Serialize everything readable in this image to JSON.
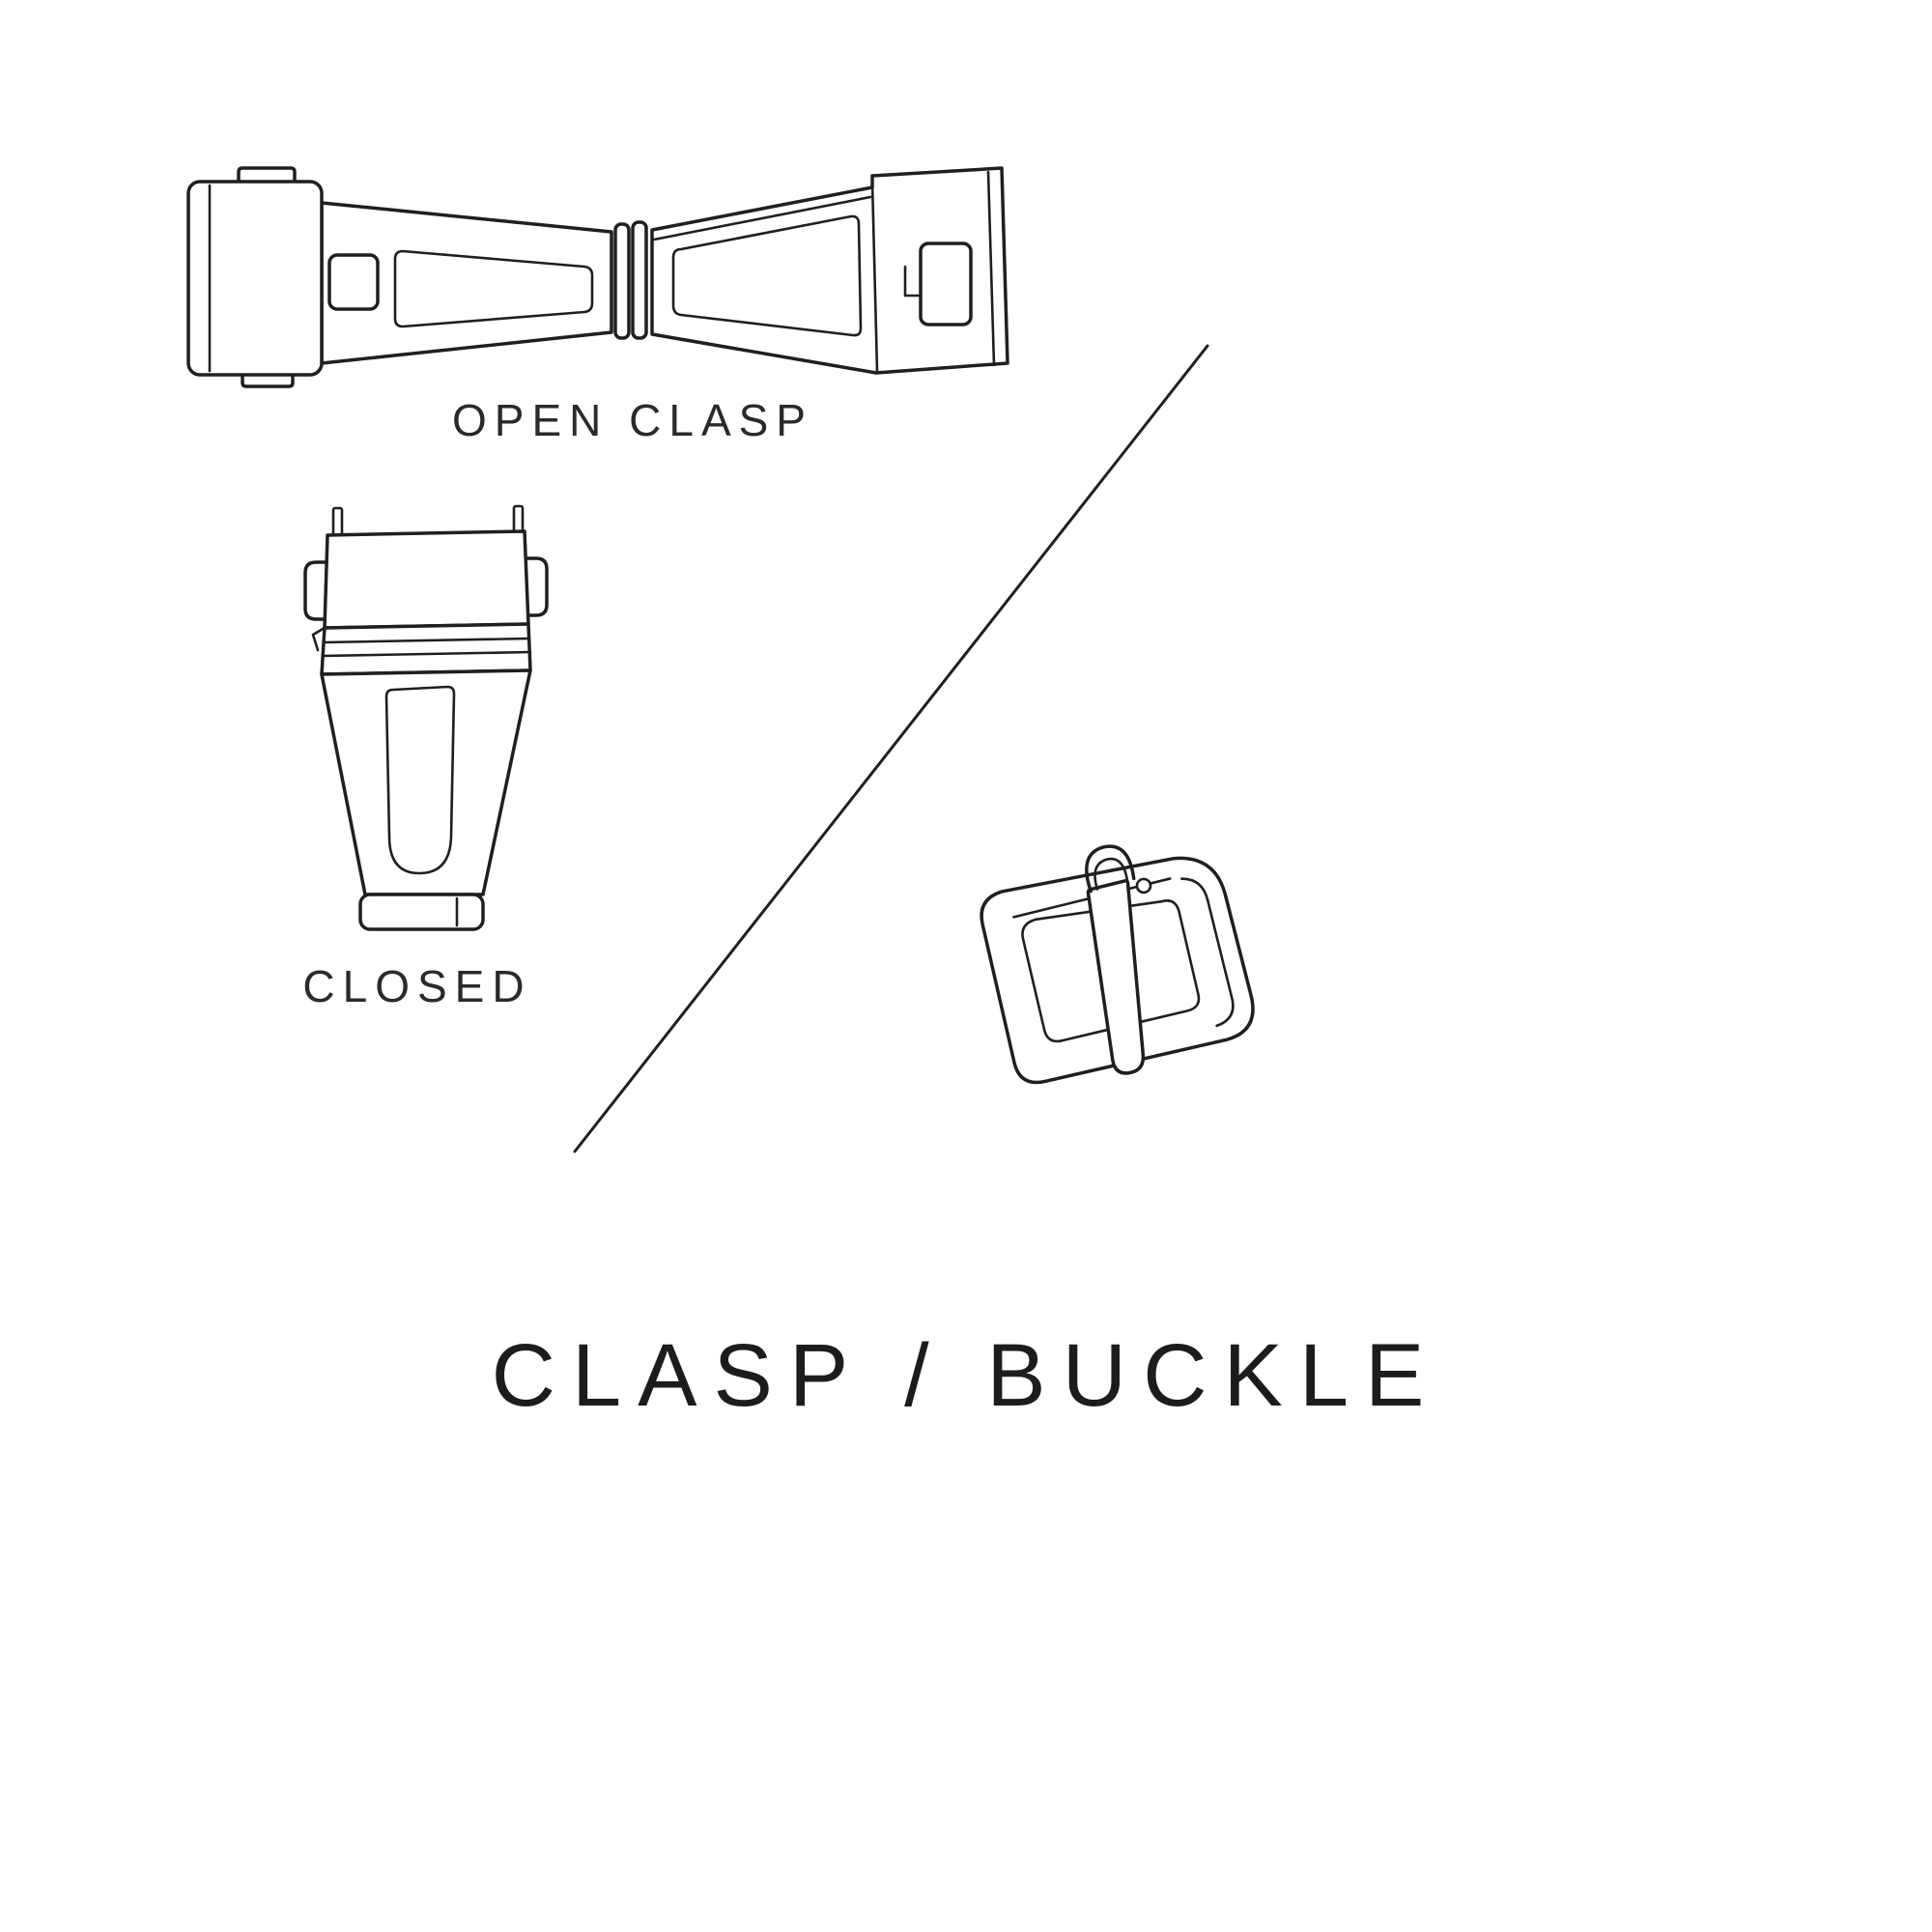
{
  "theme": {
    "ink": "#1f1f1f",
    "bg": "#ffffff"
  },
  "page": {
    "title": "CLASP / BUCKLE"
  },
  "labels": {
    "open_clasp": "OPEN CLASP",
    "closed": "CLOSED"
  },
  "illustrations": {
    "open_clasp": "open-clasp-line-art",
    "closed_clasp": "closed-clasp-line-art",
    "tang_buckle": "tang-buckle-line-art",
    "divider": "diagonal-divider-line"
  }
}
